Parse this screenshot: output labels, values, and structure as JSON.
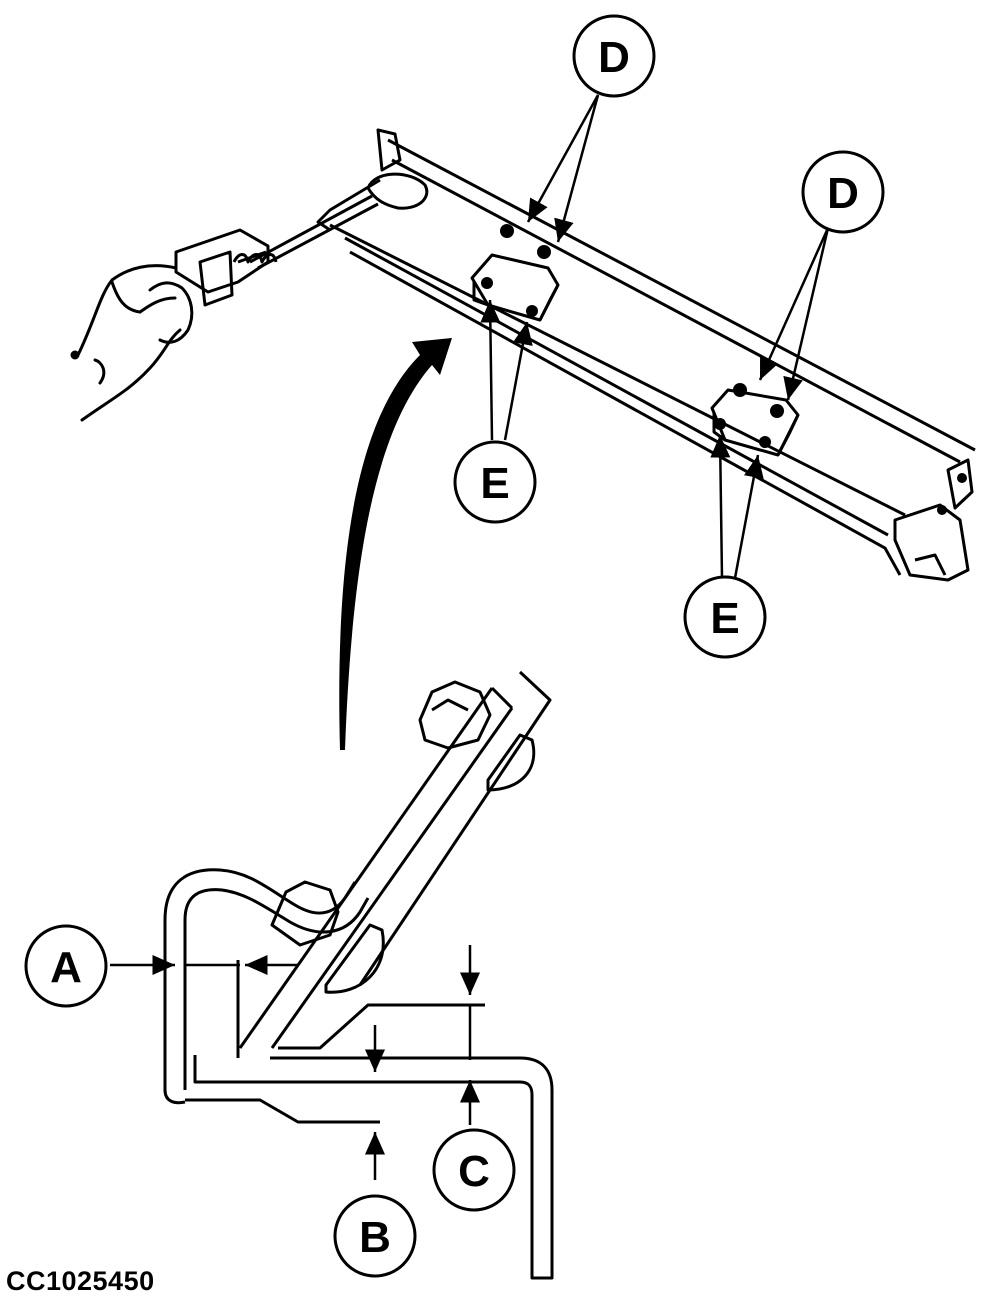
{
  "figure_id": "CC1025450",
  "callouts": {
    "A": "A",
    "B": "B",
    "C": "C",
    "D1": "D",
    "D2": "D",
    "E1": "E",
    "E2": "E"
  },
  "colors": {
    "ink": "#000000",
    "paper": "#ffffff"
  }
}
